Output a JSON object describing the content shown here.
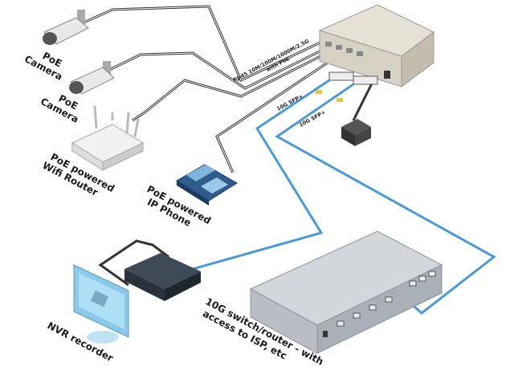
{
  "labels": {
    "camera1": [
      "PoE",
      "Camera"
    ],
    "camera2": [
      "PoE",
      "Camera"
    ],
    "router": [
      "PoE powered",
      "Wifi Router"
    ],
    "phone": [
      "PoE powered",
      "IP Phone"
    ],
    "nvr": "NVR recorder",
    "switch10g": [
      "10G switch/router - with",
      "access to ISP, etc"
    ],
    "rj45": [
      "RJ-45 10M/100M/1000M/2.5G",
      "with PoE"
    ],
    "sfp1": "10G SFP+",
    "sfp2": "10G SFP+"
  },
  "colors": {
    "fiber": "#4a9ad8",
    "copper": "#333333",
    "switch_body": "#d8d2c4",
    "big_switch": "#c9ced4",
    "nvr_screen": "#aee0f5"
  }
}
